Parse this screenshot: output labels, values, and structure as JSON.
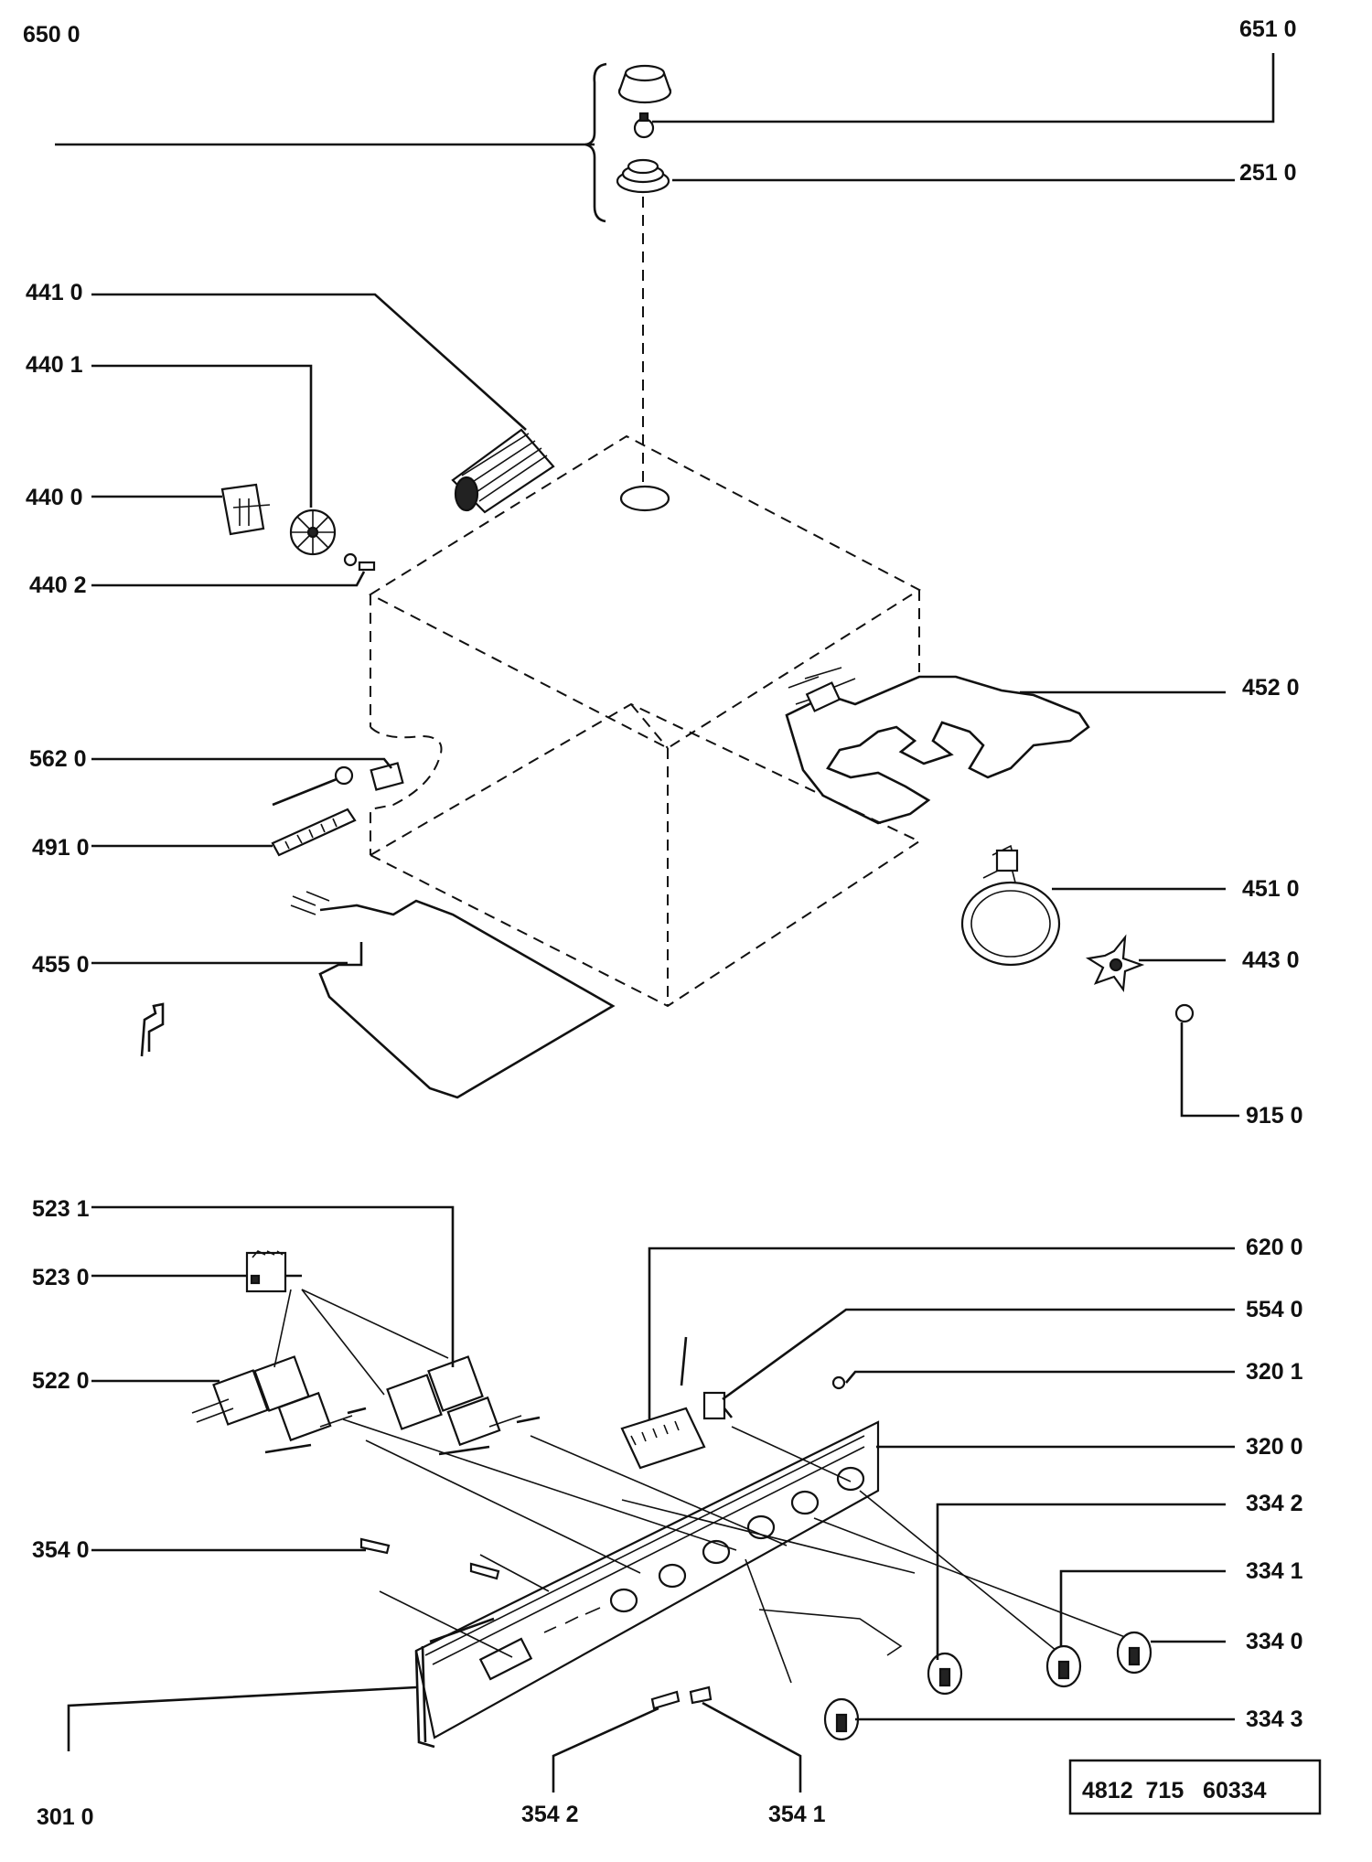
{
  "labels": {
    "l6500": "650 0",
    "l6510": "651 0",
    "l2510": "251 0",
    "l4410": "441 0",
    "l4401": "440 1",
    "l4400": "440 0",
    "l4402": "440 2",
    "l4520": "452 0",
    "l5620": "562 0",
    "l4910": "491 0",
    "l4510": "451 0",
    "l4550": "455 0",
    "l4430": "443 0",
    "l9150": "915 0",
    "l5231": "523 1",
    "l5230": "523 0",
    "l6200": "620 0",
    "l5540": "554 0",
    "l3201": "320 1",
    "l5220": "522 0",
    "l3200": "320 0",
    "l3342": "334 2",
    "l3540": "354 0",
    "l3341": "334 1",
    "l3340": "334 0",
    "l3343": "334 3",
    "l3010": "301 0",
    "l3542": "354 2",
    "l3541": "354 1"
  },
  "document_code": "4812  715   60334",
  "icons": [
    "knob",
    "bulb-cover",
    "lamp-holder",
    "motor",
    "fan-blade",
    "grill-element",
    "circular-element",
    "thermostat",
    "terminal-block",
    "switch",
    "control-panel",
    "rotary-switch"
  ]
}
